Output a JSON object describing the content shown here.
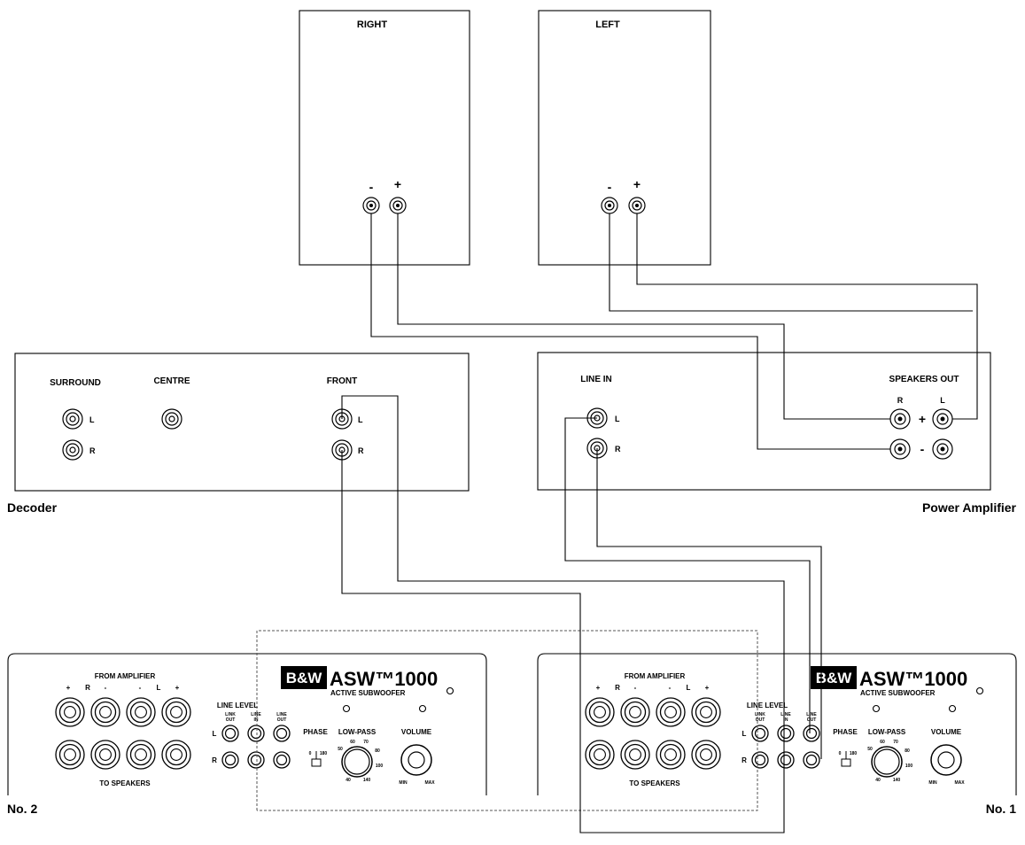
{
  "speakers": {
    "right": {
      "title": "RIGHT",
      "minus": "-",
      "plus": "+"
    },
    "left": {
      "title": "LEFT",
      "minus": "-",
      "plus": "+"
    }
  },
  "decoder": {
    "caption": "Decoder",
    "surround": "SURROUND",
    "centre": "CENTRE",
    "front": "FRONT",
    "l": "L",
    "r": "R"
  },
  "amplifier": {
    "caption": "Power Amplifier",
    "line_in": "LINE IN",
    "speakers_out": "SPEAKERS OUT",
    "l": "L",
    "r": "R",
    "plus": "+",
    "minus": "-"
  },
  "subwoofer": {
    "logo": "B&W",
    "model": "ASW™1000",
    "subtitle": "ACTIVE SUBWOOFER",
    "from_amplifier": "FROM AMPLIFIER",
    "amp_signs": [
      "+",
      "R",
      "-",
      "-",
      "L",
      "+"
    ],
    "to_speakers": "TO SPEAKERS",
    "line_level": "LINE LEVEL",
    "link_out": [
      "LINK",
      "OUT"
    ],
    "line_in": [
      "LINE",
      "IN"
    ],
    "line_out": [
      "LINE",
      "OUT"
    ],
    "phase": "PHASE",
    "phase_values": [
      "0",
      "180"
    ],
    "low_pass": "LOW-PASS",
    "lp_scale": [
      "60",
      "70",
      "50",
      "80",
      "100",
      "40",
      "140"
    ],
    "volume": "VOLUME",
    "min": "MIN",
    "max": "MAX",
    "l": "L",
    "r": "R"
  },
  "unit_labels": {
    "no2": "No. 2",
    "no1": "No. 1"
  }
}
